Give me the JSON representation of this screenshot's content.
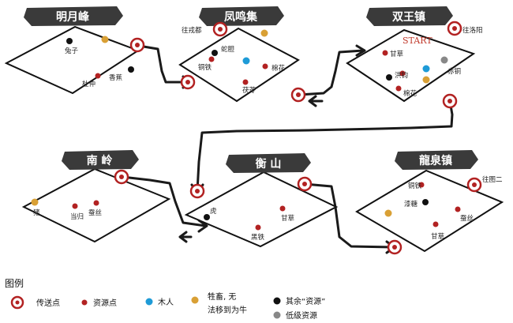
{
  "regions": [
    {
      "name": "明月峰",
      "pois": [
        {
          "label": "兔子",
          "type": "other"
        },
        {
          "label": "",
          "type": "livestock"
        },
        {
          "label": "香蕉",
          "type": "other"
        },
        {
          "label": "杜仲",
          "type": "resource"
        }
      ]
    },
    {
      "name": "凤鸣集",
      "pois": [
        {
          "label": "往戎都",
          "type": "teleport"
        },
        {
          "label": "蛇胆",
          "type": "other"
        },
        {
          "label": "",
          "type": "livestock"
        },
        {
          "label": "铜铁",
          "type": "resource"
        },
        {
          "label": "",
          "type": "wood"
        },
        {
          "label": "棉花",
          "type": "resource"
        },
        {
          "label": "茯苓",
          "type": "resource"
        }
      ]
    },
    {
      "name": "双王镇",
      "start_label": "START",
      "pois": [
        {
          "label": "往洛阳",
          "type": "teleport"
        },
        {
          "label": "甘草",
          "type": "resource"
        },
        {
          "label": "",
          "type": "low"
        },
        {
          "label": "洪钧",
          "type": "other"
        },
        {
          "label": "",
          "type": "wood"
        },
        {
          "label": "赤铜",
          "type": "livestock"
        },
        {
          "label": "棉花",
          "type": "resource"
        }
      ]
    },
    {
      "name": "南 岭",
      "pois": [
        {
          "label": "猪",
          "type": "livestock"
        },
        {
          "label": "当归",
          "type": "resource"
        },
        {
          "label": "蚕丝",
          "type": "resource"
        }
      ]
    },
    {
      "name": "衡 山",
      "pois": [
        {
          "label": "虎",
          "type": "other"
        },
        {
          "label": "甘草",
          "type": "resource"
        },
        {
          "label": "黑铁",
          "type": "resource"
        }
      ]
    },
    {
      "name": "龍泉镇",
      "pois": [
        {
          "label": "往图二",
          "type": "teleport"
        },
        {
          "label": "铜铁",
          "type": "resource"
        },
        {
          "label": "漆糖",
          "type": "other"
        },
        {
          "label": "",
          "type": "livestock"
        },
        {
          "label": "蚕丝",
          "type": "resource"
        },
        {
          "label": "甘草",
          "type": "resource"
        }
      ]
    }
  ],
  "legend": {
    "title": "图例",
    "items": [
      {
        "label": "传送点",
        "type": "teleport"
      },
      {
        "label": "资源点",
        "type": "resource"
      },
      {
        "label": "木人",
        "type": "wood"
      },
      {
        "label": "牲畜, 无\n法移到为牛",
        "type": "livestock"
      },
      {
        "label": "其余“资源”",
        "type": "other"
      },
      {
        "label": "低级资源",
        "type": "low"
      }
    ]
  },
  "colors": {
    "teleport": "#b22222",
    "resource": "#b22222",
    "wood": "#1e9bd7",
    "livestock": "#d9a035",
    "other": "#111111",
    "low": "#888888",
    "banner": "#3a3a3a"
  }
}
